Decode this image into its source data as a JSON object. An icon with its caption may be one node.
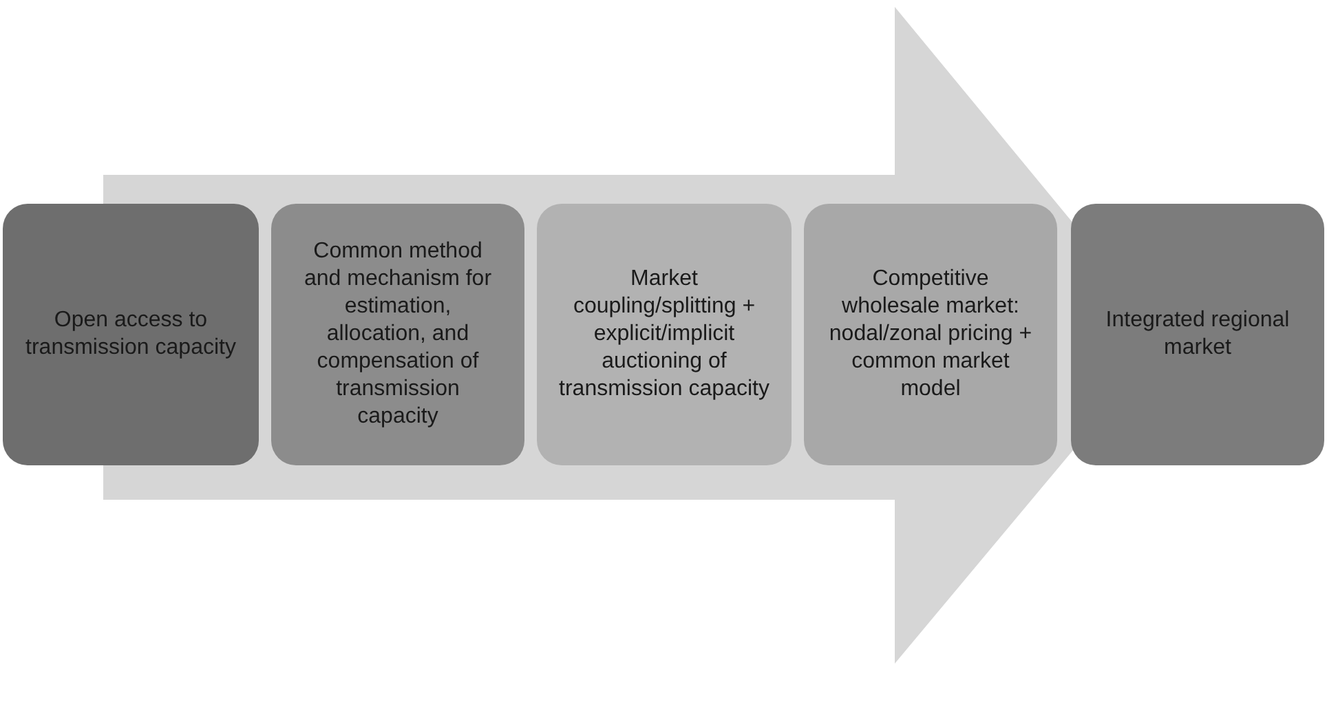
{
  "diagram": {
    "nodes": [
      {
        "text": [
          "Open access to transmission capacity"
        ]
      },
      {
        "text": [
          "Common method and mechanism for estimation, allocation, and compensation of transmission capacity"
        ]
      },
      {
        "text": [
          "Market coupling/splitting + explicit/implicit auctioning of transmission capacity"
        ]
      },
      {
        "text": [
          "Competitive wholesale market: nodal/zonal pricing + common market model"
        ]
      },
      {
        "text": [
          "Integrated regional market"
        ]
      }
    ],
    "edges": [
      {
        "from": 0,
        "to": 4,
        "arrow": "to"
      }
    ]
  }
}
